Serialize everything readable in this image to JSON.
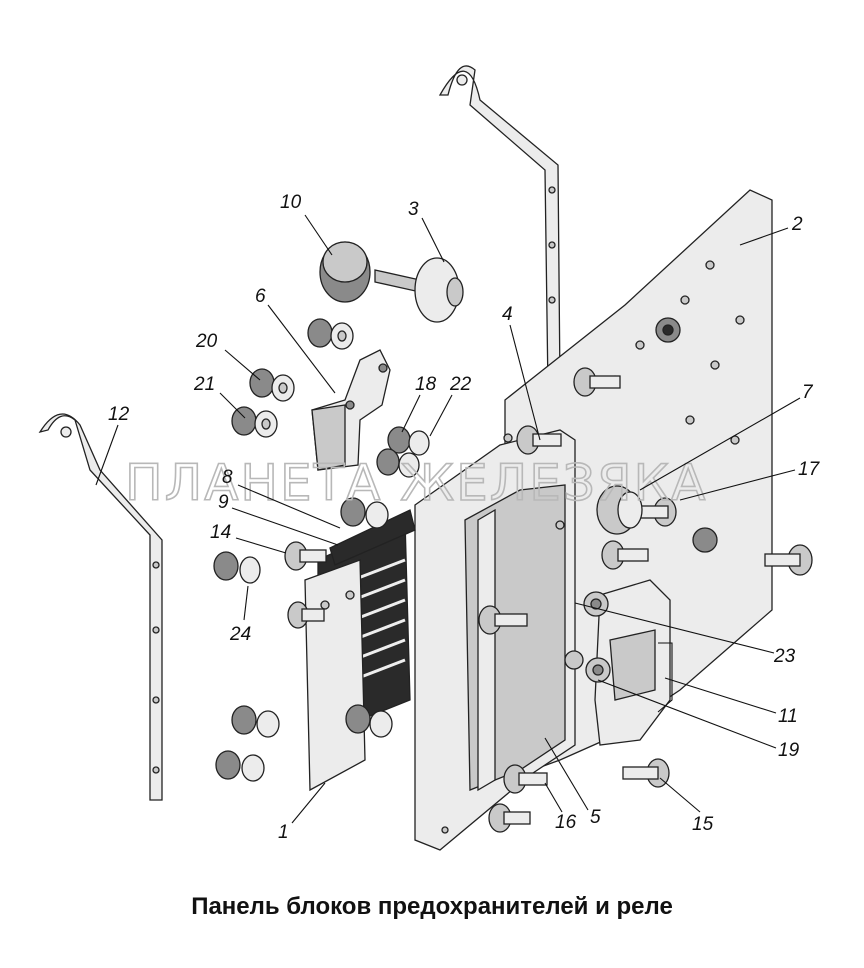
{
  "caption": "Панель блоков предохранителей и реле",
  "watermark": "ПЛАНЕТА ЖЕЛЕЗЯКА",
  "callouts": [
    "1",
    "2",
    "3",
    "4",
    "5",
    "6",
    "7",
    "8",
    "9",
    "10",
    "11",
    "12",
    "14",
    "15",
    "16",
    "17",
    "18",
    "19",
    "20",
    "21",
    "22",
    "23",
    "24"
  ]
}
